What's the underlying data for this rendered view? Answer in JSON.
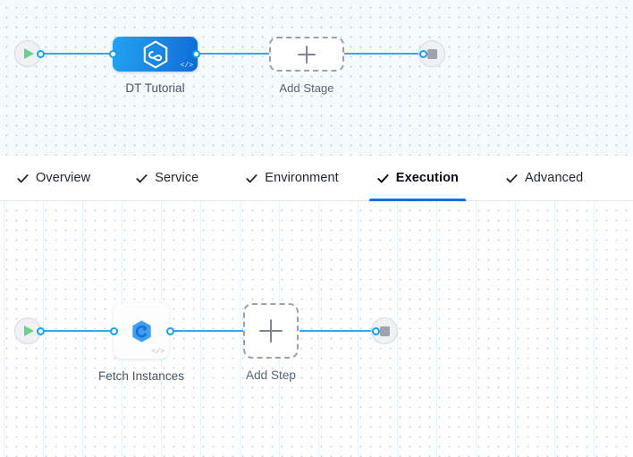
{
  "pipeline": {
    "start_node": {
      "icon": "play-icon",
      "name": "pipeline-start"
    },
    "end_node": {
      "icon": "stop-icon",
      "name": "pipeline-end"
    },
    "stage": {
      "label": "DT Tutorial",
      "icon": "hexagon-infinity-icon",
      "code_glyph": "</>",
      "gradient_from": "#22a3ef",
      "gradient_to": "#0e6cd6"
    },
    "add_stage": {
      "label": "Add Stage",
      "icon": "plus-icon"
    }
  },
  "tabs": {
    "items": [
      {
        "label": "Overview",
        "icon": "check-icon",
        "active": false
      },
      {
        "label": "Service",
        "icon": "check-icon",
        "active": false
      },
      {
        "label": "Environment",
        "icon": "check-icon",
        "active": false
      },
      {
        "label": "Execution",
        "icon": "check-icon",
        "active": true
      },
      {
        "label": "Advanced",
        "icon": "check-icon",
        "active": false
      }
    ],
    "active_underline_color": "#1b6ee0"
  },
  "execution": {
    "start_node": {
      "icon": "play-icon",
      "name": "execution-start"
    },
    "end_node": {
      "icon": "stop-icon",
      "name": "execution-end"
    },
    "step": {
      "label": "Fetch Instances",
      "icon": "ecs-service-icon",
      "code_glyph": "</>"
    },
    "add_step": {
      "label": "Add Step",
      "icon": "plus-icon"
    }
  },
  "colors": {
    "wire": "#2eaaf0",
    "port_border": "#18a0e8",
    "play": "#6ad08a",
    "stop": "#9fa3b0",
    "canvas_top_bg": "#f4fafe",
    "canvas_bottom_bg": "#ffffff"
  }
}
